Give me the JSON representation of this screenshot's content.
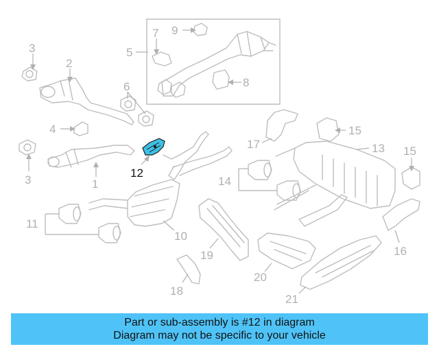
{
  "diagram": {
    "callouts": {
      "c1": "1",
      "c2": "2",
      "c3a": "3",
      "c3b": "3",
      "c4": "4",
      "c5": "5",
      "c6": "6",
      "c7": "7",
      "c8": "8",
      "c9": "9",
      "c10": "10",
      "c11": "11",
      "c12": "12",
      "c13": "13",
      "c14": "14",
      "c15a": "15",
      "c15b": "15",
      "c16": "16",
      "c17": "17",
      "c18": "18",
      "c19": "19",
      "c20": "20",
      "c21": "21"
    },
    "highlight_color": "#3ec0e6"
  },
  "banner": {
    "line1": "Part or sub-assembly is #12 in diagram",
    "line2": "Diagram may not be specific to your vehicle",
    "background": "#4fc3f7"
  }
}
